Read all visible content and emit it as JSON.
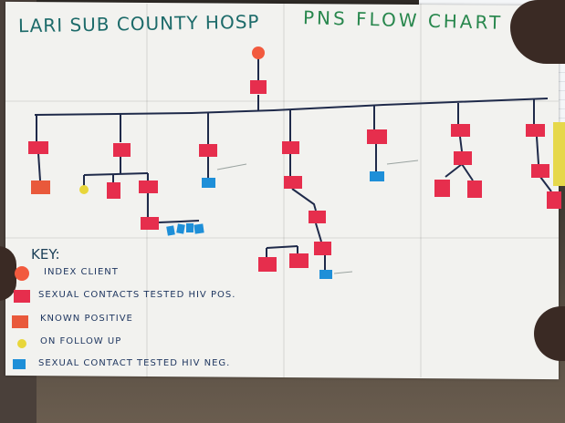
{
  "poster": {
    "title_left": "LARI SUB COUNTY HOSP",
    "title_right": "PNS FLOW CHART"
  },
  "key": {
    "title": "KEY:",
    "items": [
      {
        "label": "INDEX CLIENT",
        "shape": "circle",
        "color": "#e8453c"
      },
      {
        "label": "SEXUAL CONTACTS TESTED HIV POS.",
        "shape": "square",
        "color": "#e4324f"
      },
      {
        "label": "KNOWN POSITIVE",
        "shape": "square",
        "color": "#e84a3f"
      },
      {
        "label": "ON FOLLOW UP",
        "shape": "circle",
        "color": "#e7d63a"
      },
      {
        "label": "SEXUAL CONTACT TESTED HIV NEG.",
        "shape": "square",
        "color": "#1d8fd6"
      }
    ]
  },
  "colors": {
    "index_client": "#f25a3e",
    "tested_pos": "#e62e4d",
    "known_positive": "#e9593b",
    "follow_up": "#e8d63a",
    "tested_neg": "#1e8fd8",
    "line": "#1f2a4a"
  }
}
